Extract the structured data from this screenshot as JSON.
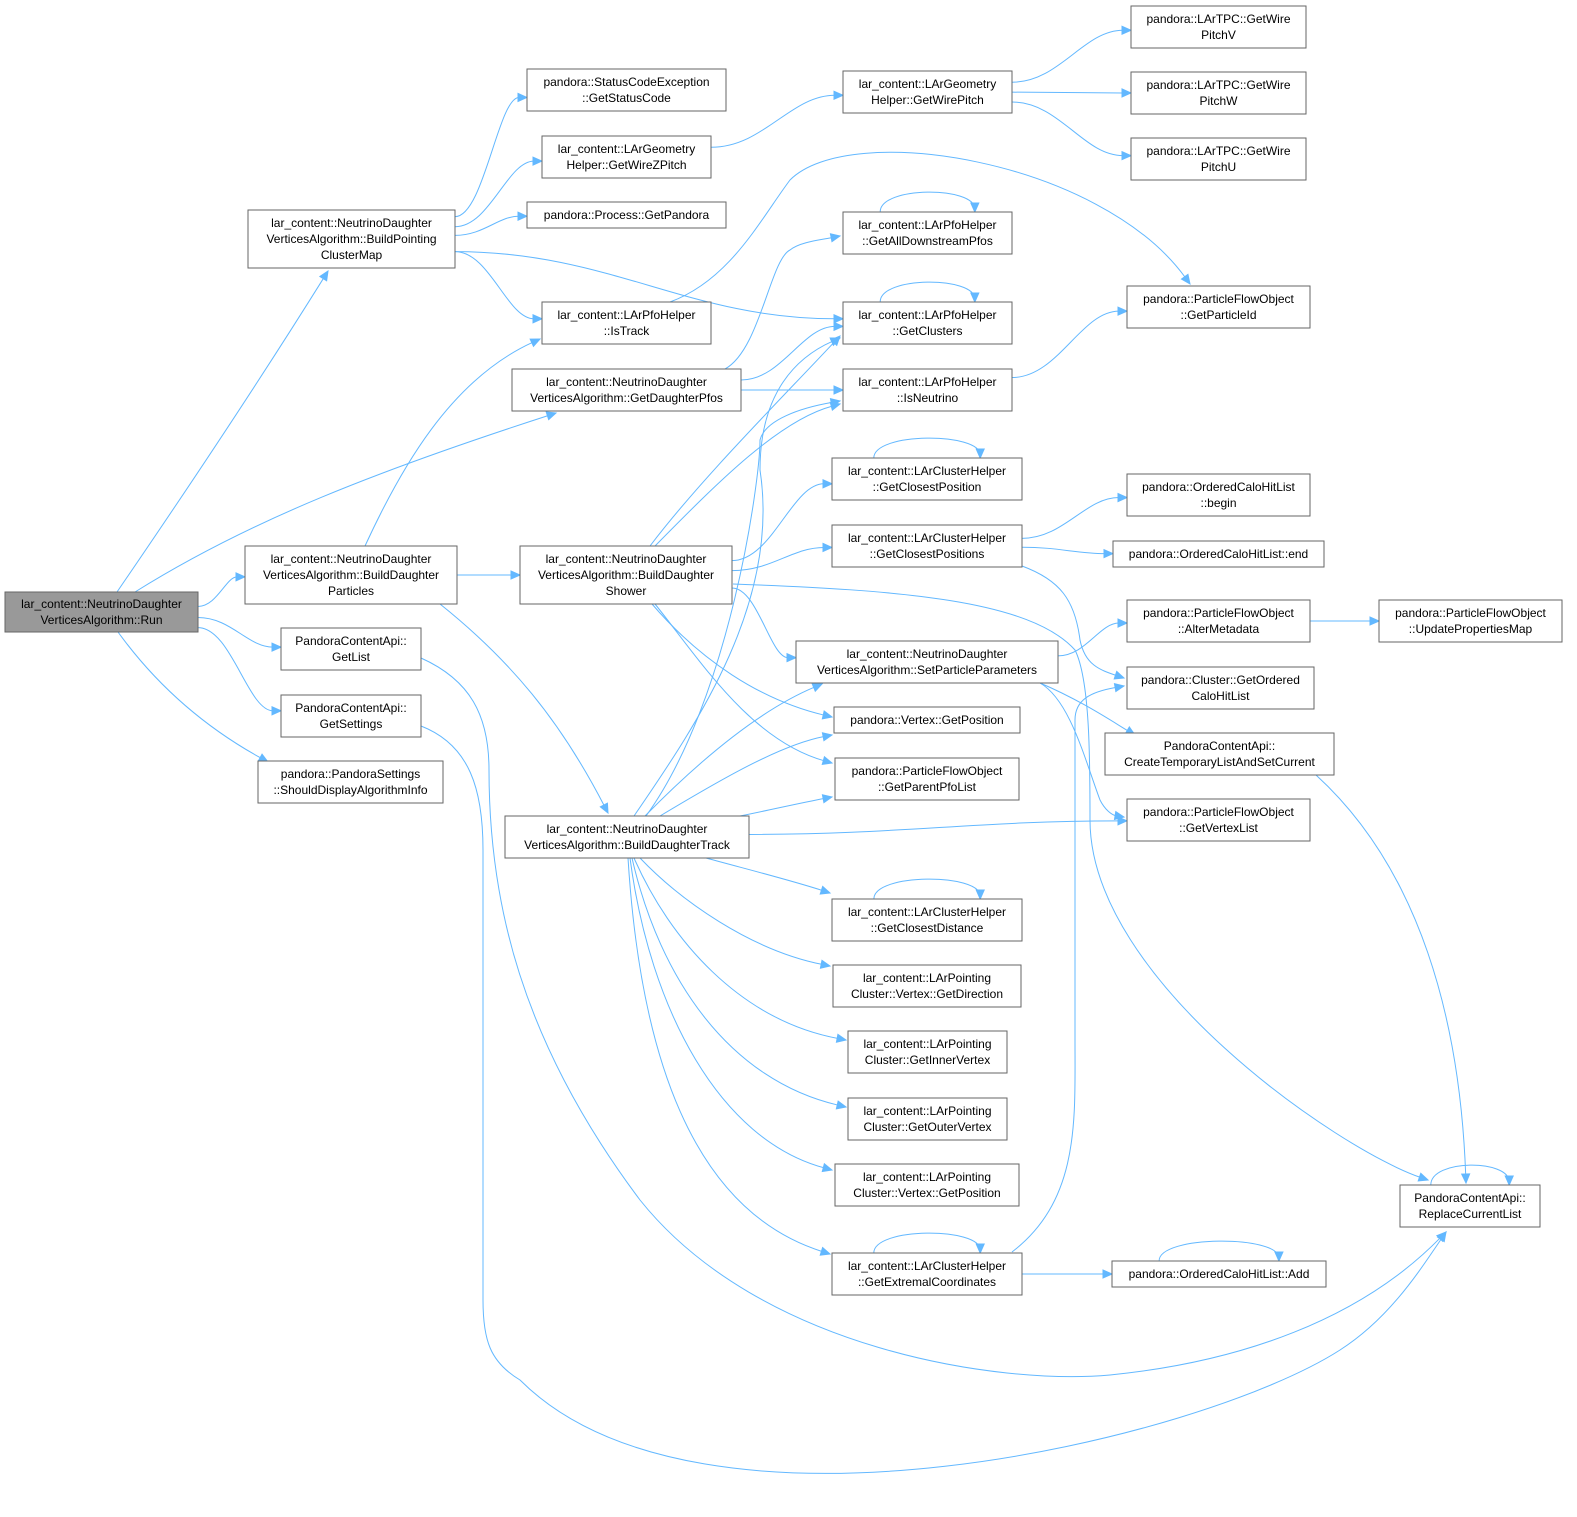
{
  "colors": {
    "edge": "#63b8ff",
    "node_border": "#666666",
    "root_fill": "#999999",
    "node_fill": "#ffffff"
  },
  "nodes": [
    {
      "id": "run",
      "lines": [
        "lar_content::NeutrinoDaughter",
        "VerticesAlgorithm::Run"
      ],
      "root": true
    },
    {
      "id": "bpcm",
      "lines": [
        "lar_content::NeutrinoDaughter",
        "VerticesAlgorithm::BuildPointing",
        "ClusterMap"
      ]
    },
    {
      "id": "gsc",
      "lines": [
        "pandora::StatusCodeException",
        "::GetStatusCode"
      ]
    },
    {
      "id": "gwzp",
      "lines": [
        "lar_content::LArGeometry",
        "Helper::GetWireZPitch"
      ]
    },
    {
      "id": "gp",
      "lines": [
        "pandora::Process::GetPandora"
      ]
    },
    {
      "id": "istrack",
      "lines": [
        "lar_content::LArPfoHelper",
        "::IsTrack"
      ]
    },
    {
      "id": "gdp",
      "lines": [
        "lar_content::NeutrinoDaughter",
        "VerticesAlgorithm::GetDaughterPfos"
      ]
    },
    {
      "id": "bdp",
      "lines": [
        "lar_content::NeutrinoDaughter",
        "VerticesAlgorithm::BuildDaughter",
        "Particles"
      ]
    },
    {
      "id": "getlist",
      "lines": [
        "PandoraContentApi::",
        "GetList"
      ]
    },
    {
      "id": "getsettings",
      "lines": [
        "PandoraContentApi::",
        "GetSettings"
      ]
    },
    {
      "id": "sdai",
      "lines": [
        "pandora::PandoraSettings",
        "::ShouldDisplayAlgorithmInfo"
      ]
    },
    {
      "id": "bds",
      "lines": [
        "lar_content::NeutrinoDaughter",
        "VerticesAlgorithm::BuildDaughter",
        "Shower"
      ]
    },
    {
      "id": "bdt",
      "lines": [
        "lar_content::NeutrinoDaughter",
        "VerticesAlgorithm::BuildDaughterTrack"
      ]
    },
    {
      "id": "gwp",
      "lines": [
        "lar_content::LArGeometry",
        "Helper::GetWirePitch"
      ]
    },
    {
      "id": "gadp",
      "lines": [
        "lar_content::LArPfoHelper",
        "::GetAllDownstreamPfos"
      ]
    },
    {
      "id": "gclusters",
      "lines": [
        "lar_content::LArPfoHelper",
        "::GetClusters"
      ]
    },
    {
      "id": "isneutrino",
      "lines": [
        "lar_content::LArPfoHelper",
        "::IsNeutrino"
      ]
    },
    {
      "id": "gcpos",
      "lines": [
        "lar_content::LArClusterHelper",
        "::GetClosestPosition"
      ]
    },
    {
      "id": "gcposs",
      "lines": [
        "lar_content::LArClusterHelper",
        "::GetClosestPositions"
      ]
    },
    {
      "id": "spp",
      "lines": [
        "lar_content::NeutrinoDaughter",
        "VerticesAlgorithm::SetParticleParameters"
      ]
    },
    {
      "id": "vgp",
      "lines": [
        "pandora::Vertex::GetPosition"
      ]
    },
    {
      "id": "gppl",
      "lines": [
        "pandora::ParticleFlowObject",
        "::GetParentPfoList"
      ]
    },
    {
      "id": "gcdist",
      "lines": [
        "lar_content::LArClusterHelper",
        "::GetClosestDistance"
      ]
    },
    {
      "id": "lpcvgd",
      "lines": [
        "lar_content::LArPointing",
        "Cluster::Vertex::GetDirection"
      ]
    },
    {
      "id": "lpcgiv",
      "lines": [
        "lar_content::LArPointing",
        "Cluster::GetInnerVertex"
      ]
    },
    {
      "id": "lpcgov",
      "lines": [
        "lar_content::LArPointing",
        "Cluster::GetOuterVertex"
      ]
    },
    {
      "id": "lpcvgp",
      "lines": [
        "lar_content::LArPointing",
        "Cluster::Vertex::GetPosition"
      ]
    },
    {
      "id": "gec",
      "lines": [
        "lar_content::LArClusterHelper",
        "::GetExtremalCoordinates"
      ]
    },
    {
      "id": "wpv",
      "lines": [
        "pandora::LArTPC::GetWire",
        "PitchV"
      ]
    },
    {
      "id": "wpw",
      "lines": [
        "pandora::LArTPC::GetWire",
        "PitchW"
      ]
    },
    {
      "id": "wpu",
      "lines": [
        "pandora::LArTPC::GetWire",
        "PitchU"
      ]
    },
    {
      "id": "gpid",
      "lines": [
        "pandora::ParticleFlowObject",
        "::GetParticleId"
      ]
    },
    {
      "id": "ochbegin",
      "lines": [
        "pandora::OrderedCaloHitList",
        "::begin"
      ]
    },
    {
      "id": "ochend",
      "lines": [
        "pandora::OrderedCaloHitList::end"
      ]
    },
    {
      "id": "altermeta",
      "lines": [
        "pandora::ParticleFlowObject",
        "::AlterMetadata"
      ]
    },
    {
      "id": "upm",
      "lines": [
        "pandora::ParticleFlowObject",
        "::UpdatePropertiesMap"
      ]
    },
    {
      "id": "gochl",
      "lines": [
        "pandora::Cluster::GetOrdered",
        "CaloHitList"
      ]
    },
    {
      "id": "ctlsc",
      "lines": [
        "PandoraContentApi::",
        "CreateTemporaryListAndSetCurrent"
      ]
    },
    {
      "id": "gvl",
      "lines": [
        "pandora::ParticleFlowObject",
        "::GetVertexList"
      ]
    },
    {
      "id": "rcl",
      "lines": [
        "PandoraContentApi::",
        "ReplaceCurrentList"
      ]
    },
    {
      "id": "ochadd",
      "lines": [
        "pandora::OrderedCaloHitList::Add"
      ]
    }
  ],
  "edges": [
    [
      "run",
      "bpcm"
    ],
    [
      "run",
      "gdp"
    ],
    [
      "run",
      "bdp"
    ],
    [
      "run",
      "getlist"
    ],
    [
      "run",
      "getsettings"
    ],
    [
      "run",
      "sdai"
    ],
    [
      "bpcm",
      "gsc"
    ],
    [
      "bpcm",
      "gwzp"
    ],
    [
      "bpcm",
      "gp"
    ],
    [
      "bpcm",
      "istrack"
    ],
    [
      "bpcm",
      "gclusters"
    ],
    [
      "gwzp",
      "gwp"
    ],
    [
      "gwp",
      "wpv"
    ],
    [
      "gwp",
      "wpw"
    ],
    [
      "gwp",
      "wpu"
    ],
    [
      "istrack",
      "gpid"
    ],
    [
      "gdp",
      "gadp"
    ],
    [
      "gdp",
      "gclusters"
    ],
    [
      "gdp",
      "isneutrino"
    ],
    [
      "bdp",
      "istrack"
    ],
    [
      "bdp",
      "bds"
    ],
    [
      "bdp",
      "bdt"
    ],
    [
      "getlist",
      "rcl"
    ],
    [
      "getsettings",
      "rcl"
    ],
    [
      "bds",
      "gclusters"
    ],
    [
      "bds",
      "isneutrino"
    ],
    [
      "bds",
      "gcpos"
    ],
    [
      "bds",
      "gcposs"
    ],
    [
      "bds",
      "spp"
    ],
    [
      "bds",
      "vgp"
    ],
    [
      "bds",
      "gppl"
    ],
    [
      "bds",
      "rcl"
    ],
    [
      "bdt",
      "gclusters"
    ],
    [
      "bdt",
      "isneutrino"
    ],
    [
      "bdt",
      "spp"
    ],
    [
      "bdt",
      "vgp"
    ],
    [
      "bdt",
      "gppl"
    ],
    [
      "bdt",
      "gvl"
    ],
    [
      "bdt",
      "gcdist"
    ],
    [
      "bdt",
      "lpcvgd"
    ],
    [
      "bdt",
      "lpcgiv"
    ],
    [
      "bdt",
      "lpcgov"
    ],
    [
      "bdt",
      "lpcvgp"
    ],
    [
      "bdt",
      "gec"
    ],
    [
      "isneutrino",
      "gpid"
    ],
    [
      "gcposs",
      "ochbegin"
    ],
    [
      "gcposs",
      "ochend"
    ],
    [
      "gcposs",
      "gochl"
    ],
    [
      "spp",
      "altermeta"
    ],
    [
      "spp",
      "ctlsc"
    ],
    [
      "spp",
      "gvl"
    ],
    [
      "altermeta",
      "upm"
    ],
    [
      "ctlsc",
      "rcl"
    ],
    [
      "gec",
      "gochl"
    ],
    [
      "gec",
      "ochadd"
    ],
    [
      "gadp",
      "gadp"
    ],
    [
      "gclusters",
      "gclusters"
    ],
    [
      "gcpos",
      "gcpos"
    ],
    [
      "gcdist",
      "gcdist"
    ],
    [
      "gec",
      "gec"
    ],
    [
      "rcl",
      "rcl"
    ],
    [
      "ochadd",
      "ochadd"
    ]
  ]
}
